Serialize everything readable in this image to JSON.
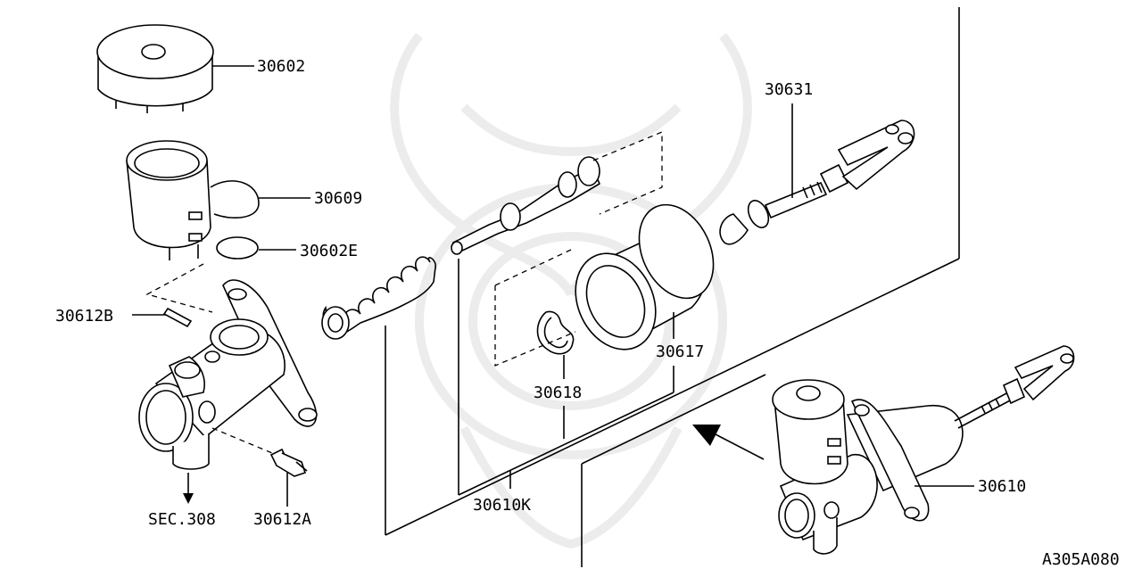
{
  "labels": {
    "reservoir_cap": "30602",
    "reservoir_tank": "30609",
    "seal": "30602E",
    "pin": "30612B",
    "bleeder": "30612A",
    "section_ref": "SEC.308",
    "clip": "30618",
    "piston_boot": "30617",
    "repair_kit": "30610K",
    "push_rod": "30631",
    "master_cylinder_assembly": "30610",
    "diagram_code": "A305A080"
  },
  "colors": {
    "line": "#000000",
    "watermark": "#ececec",
    "background": "#ffffff"
  },
  "icons": [
    "arrow-down-icon",
    "arrow-pointer-icon"
  ]
}
